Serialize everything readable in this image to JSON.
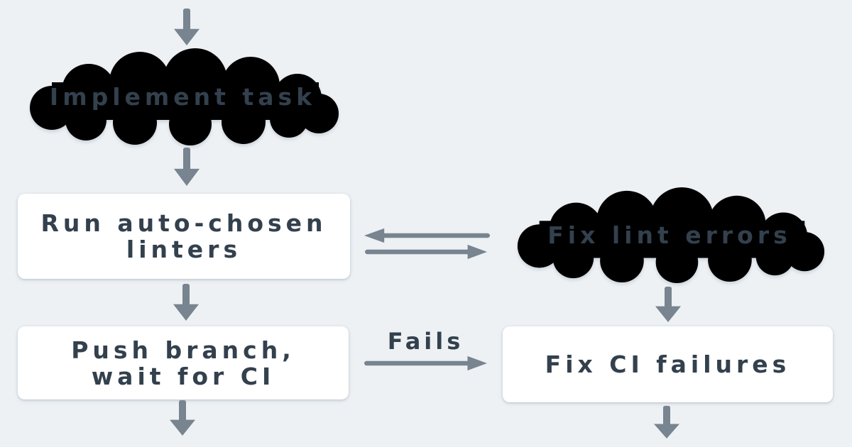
{
  "palette": {
    "background": "#edf1f4",
    "node_fill": "#ffffff",
    "text_color": "#33404d",
    "arrow_color": "#78848f"
  },
  "nodes": {
    "implement_task": {
      "shape": "cloud",
      "label": "Implement task"
    },
    "run_linters": {
      "shape": "rect",
      "label": "Run auto-chosen linters",
      "lines": [
        "Run auto-chosen",
        "linters"
      ]
    },
    "fix_lint_errors": {
      "shape": "cloud",
      "label": "Fix lint errors"
    },
    "push_branch": {
      "shape": "rect",
      "label": "Push branch, wait for CI",
      "lines": [
        "Push branch,",
        "wait for CI"
      ]
    },
    "fix_ci_failures": {
      "shape": "rect",
      "label": "Fix CI failures"
    }
  },
  "edges": {
    "fails_label": "Fails",
    "list": [
      {
        "from": "start",
        "to": "implement_task",
        "direction": "down"
      },
      {
        "from": "implement_task",
        "to": "run_linters",
        "direction": "down"
      },
      {
        "from": "fix_lint_errors",
        "to": "run_linters",
        "direction": "left"
      },
      {
        "from": "run_linters",
        "to": "fix_lint_errors",
        "direction": "right"
      },
      {
        "from": "run_linters",
        "to": "push_branch",
        "direction": "down"
      },
      {
        "from": "fix_lint_errors",
        "to": "fix_ci_failures",
        "direction": "down"
      },
      {
        "from": "push_branch",
        "to": "fix_ci_failures",
        "direction": "right",
        "label": "Fails"
      },
      {
        "from": "push_branch",
        "to": "offscreen-bottom",
        "direction": "down"
      },
      {
        "from": "fix_ci_failures",
        "to": "offscreen-bottom",
        "direction": "down"
      }
    ]
  }
}
